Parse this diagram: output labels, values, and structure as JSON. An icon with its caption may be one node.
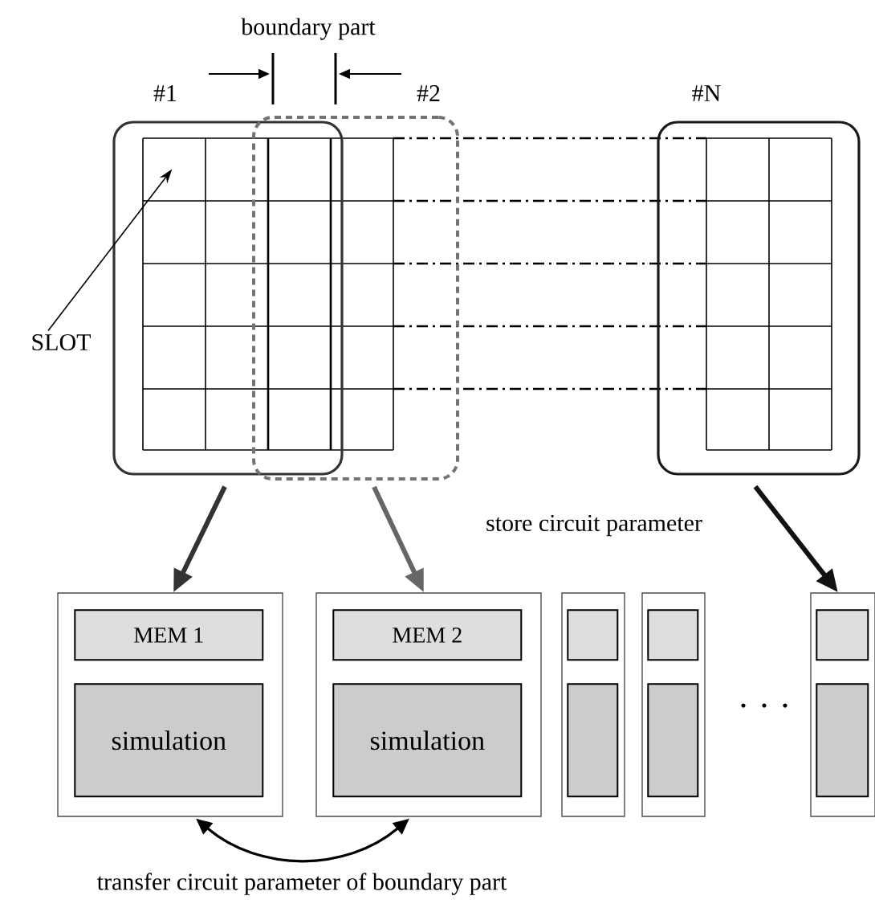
{
  "diagram": {
    "nodes": [
      {
        "text": [
          "#1"
        ]
      },
      {
        "text": [
          "#2"
        ]
      },
      {
        "text": [
          "#N"
        ]
      },
      {
        "text": [
          "SLOT"
        ]
      },
      {
        "text": [],
        "shape": "box"
      },
      {
        "text": [
          "MEM 1"
        ],
        "in": 4
      },
      {
        "text": [
          "simulation"
        ],
        "in": 4
      },
      {
        "text": [],
        "shape": "box"
      },
      {
        "text": [
          "MEM 2"
        ],
        "in": 7
      },
      {
        "text": [
          "simulation"
        ],
        "in": 7
      },
      {
        "text": [],
        "shape": "box"
      },
      {
        "text": [],
        "shape": "box",
        "in": 10
      },
      {
        "text": [],
        "shape": "box",
        "in": 10
      },
      {
        "text": [],
        "shape": "box"
      },
      {
        "text": [],
        "shape": "box",
        "in": 13
      },
      {
        "text": [],
        "shape": "box",
        "in": 13
      },
      {
        "text": [],
        "shape": "box"
      },
      {
        "text": [],
        "shape": "box",
        "in": 16
      },
      {
        "text": [],
        "shape": "box",
        "in": 16
      }
    ],
    "edges": [
      {
        "from": 0,
        "to": 4,
        "arrow": "to",
        "color": "#333333"
      },
      {
        "from": 1,
        "to": 7,
        "arrow": "to",
        "color": "#666666"
      },
      {
        "from": 2,
        "to": 16,
        "arrow": "to",
        "color": "#111111"
      },
      {
        "from": 4,
        "to": 7,
        "arrow": "both",
        "label": "transfer circuit parameter of boundary part"
      },
      {
        "from": 3,
        "to": 0,
        "arrow": "to"
      }
    ],
    "labels": [
      "boundary part",
      "store circuit parameter"
    ]
  }
}
